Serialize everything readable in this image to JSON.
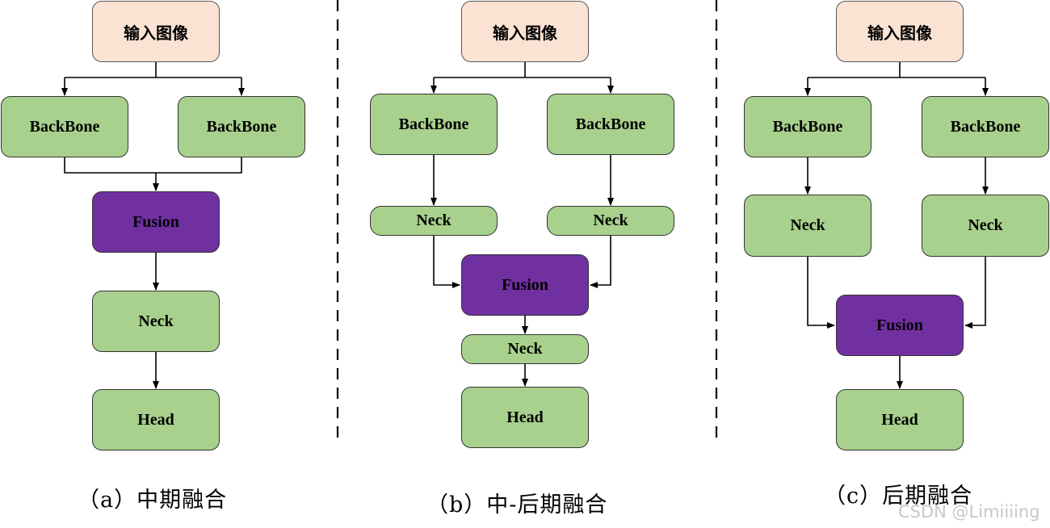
{
  "panel_a": {
    "input_label": "输入图像",
    "backbone_left": "BackBone",
    "backbone_right": "BackBone",
    "fusion": "Fusion",
    "neck": "Neck",
    "head": "Head",
    "caption": "（a）中期融合"
  },
  "panel_b": {
    "input_label": "输入图像",
    "backbone_left": "BackBone",
    "backbone_right": "BackBone",
    "neck_left": "Neck",
    "neck_right": "Neck",
    "fusion": "Fusion",
    "neck": "Neck",
    "head": "Head",
    "caption": "（b）中-后期融合"
  },
  "panel_c": {
    "input_label": "输入图像",
    "backbone_left": "BackBone",
    "backbone_right": "BackBone",
    "neck_left": "Neck",
    "neck_right": "Neck",
    "fusion": "Fusion",
    "head": "Head",
    "caption": "（c）后期融合"
  },
  "watermark": "CSDN @Limiiiing",
  "colors": {
    "input_fill": "#fbe3d4",
    "module_fill": "#a8d18d",
    "fusion_fill": "#7030a0"
  }
}
